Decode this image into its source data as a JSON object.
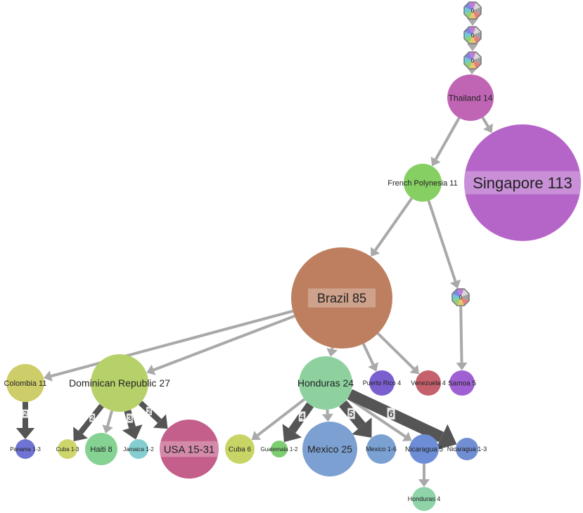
{
  "diagram": {
    "nodes": [
      {
        "id": "u1",
        "label": "0",
        "color": "#9aa3a8",
        "unsampled": true
      },
      {
        "id": "u2",
        "label": "0",
        "color": "#9aa3a8",
        "unsampled": true
      },
      {
        "id": "u3",
        "label": "0",
        "color": "#9aa3a8",
        "unsampled": true
      },
      {
        "id": "thailand",
        "label": "Thailand 14",
        "color": "#c065b4"
      },
      {
        "id": "singapore",
        "label": "Singapore 113",
        "color": "#b565c8"
      },
      {
        "id": "fpoly",
        "label": "French Polynesia 11",
        "color": "#86cf63"
      },
      {
        "id": "brazil",
        "label": "Brazil 85",
        "color": "#bd7f5f"
      },
      {
        "id": "u4",
        "label": "0",
        "color": "#9aa3a8",
        "unsampled": true
      },
      {
        "id": "colombia",
        "label": "Colombia 11",
        "color": "#cdcd6a"
      },
      {
        "id": "domrep",
        "label": "Dominican Republic 27",
        "color": "#b6d16a"
      },
      {
        "id": "honduras24",
        "label": "Honduras 24",
        "color": "#8ed19f"
      },
      {
        "id": "puertorico",
        "label": "Puerto Rico 4",
        "color": "#7a5fcf"
      },
      {
        "id": "venezuela",
        "label": "Venezuela 4",
        "color": "#c4616c"
      },
      {
        "id": "samoa",
        "label": "Samoa 5",
        "color": "#9e60d2"
      },
      {
        "id": "panama",
        "label": "Panama 1-3",
        "color": "#6f73d3"
      },
      {
        "id": "cuba13",
        "label": "Cuba 1-3",
        "color": "#cdd56b"
      },
      {
        "id": "haiti",
        "label": "Haiti 8",
        "color": "#85d293"
      },
      {
        "id": "jamaica",
        "label": "Jamaica 1-2",
        "color": "#84cdd0"
      },
      {
        "id": "usa",
        "label": "USA 15-31",
        "color": "#c45e8b"
      },
      {
        "id": "cuba6",
        "label": "Cuba 6",
        "color": "#c8d566"
      },
      {
        "id": "guatemala",
        "label": "Guatemala 1-2",
        "color": "#7fcd73"
      },
      {
        "id": "mexico25",
        "label": "Mexico 25",
        "color": "#7ca0d1"
      },
      {
        "id": "mexico16",
        "label": "Mexico 1-6",
        "color": "#7aa1d2"
      },
      {
        "id": "nicaragua5",
        "label": "Nicaragua 5",
        "color": "#6d8ed6"
      },
      {
        "id": "nicaragua13",
        "label": "Nicaragua 1-3",
        "color": "#728ed3"
      },
      {
        "id": "honduras4",
        "label": "Honduras 4",
        "color": "#8fd4a9"
      }
    ],
    "edges": [
      {
        "from": "u1",
        "to": "u2",
        "weight": 1
      },
      {
        "from": "u2",
        "to": "u3",
        "weight": 1
      },
      {
        "from": "u3",
        "to": "thailand",
        "weight": 1
      },
      {
        "from": "thailand",
        "to": "singapore",
        "weight": 1
      },
      {
        "from": "thailand",
        "to": "fpoly",
        "weight": 1
      },
      {
        "from": "fpoly",
        "to": "brazil",
        "weight": 1
      },
      {
        "from": "fpoly",
        "to": "u4",
        "weight": 1
      },
      {
        "from": "u4",
        "to": "samoa",
        "weight": 1
      },
      {
        "from": "brazil",
        "to": "colombia",
        "weight": 1
      },
      {
        "from": "brazil",
        "to": "domrep",
        "weight": 1
      },
      {
        "from": "brazil",
        "to": "honduras24",
        "weight": 1
      },
      {
        "from": "brazil",
        "to": "puertorico",
        "weight": 1
      },
      {
        "from": "brazil",
        "to": "venezuela",
        "weight": 1
      },
      {
        "from": "colombia",
        "to": "panama",
        "weight": 2,
        "label": "2"
      },
      {
        "from": "domrep",
        "to": "cuba13",
        "weight": 2,
        "label": "2"
      },
      {
        "from": "domrep",
        "to": "haiti",
        "weight": 1
      },
      {
        "from": "domrep",
        "to": "jamaica",
        "weight": 3,
        "label": "3"
      },
      {
        "from": "domrep",
        "to": "usa",
        "weight": 2,
        "label": "2"
      },
      {
        "from": "honduras24",
        "to": "cuba6",
        "weight": 1
      },
      {
        "from": "honduras24",
        "to": "guatemala",
        "weight": 4,
        "label": "4"
      },
      {
        "from": "honduras24",
        "to": "mexico25",
        "weight": 1
      },
      {
        "from": "honduras24",
        "to": "mexico16",
        "weight": 5,
        "label": "5"
      },
      {
        "from": "honduras24",
        "to": "nicaragua5",
        "weight": 1
      },
      {
        "from": "honduras24",
        "to": "nicaragua13",
        "weight": 6,
        "label": "6"
      },
      {
        "from": "nicaragua5",
        "to": "honduras4",
        "weight": 1
      }
    ]
  }
}
